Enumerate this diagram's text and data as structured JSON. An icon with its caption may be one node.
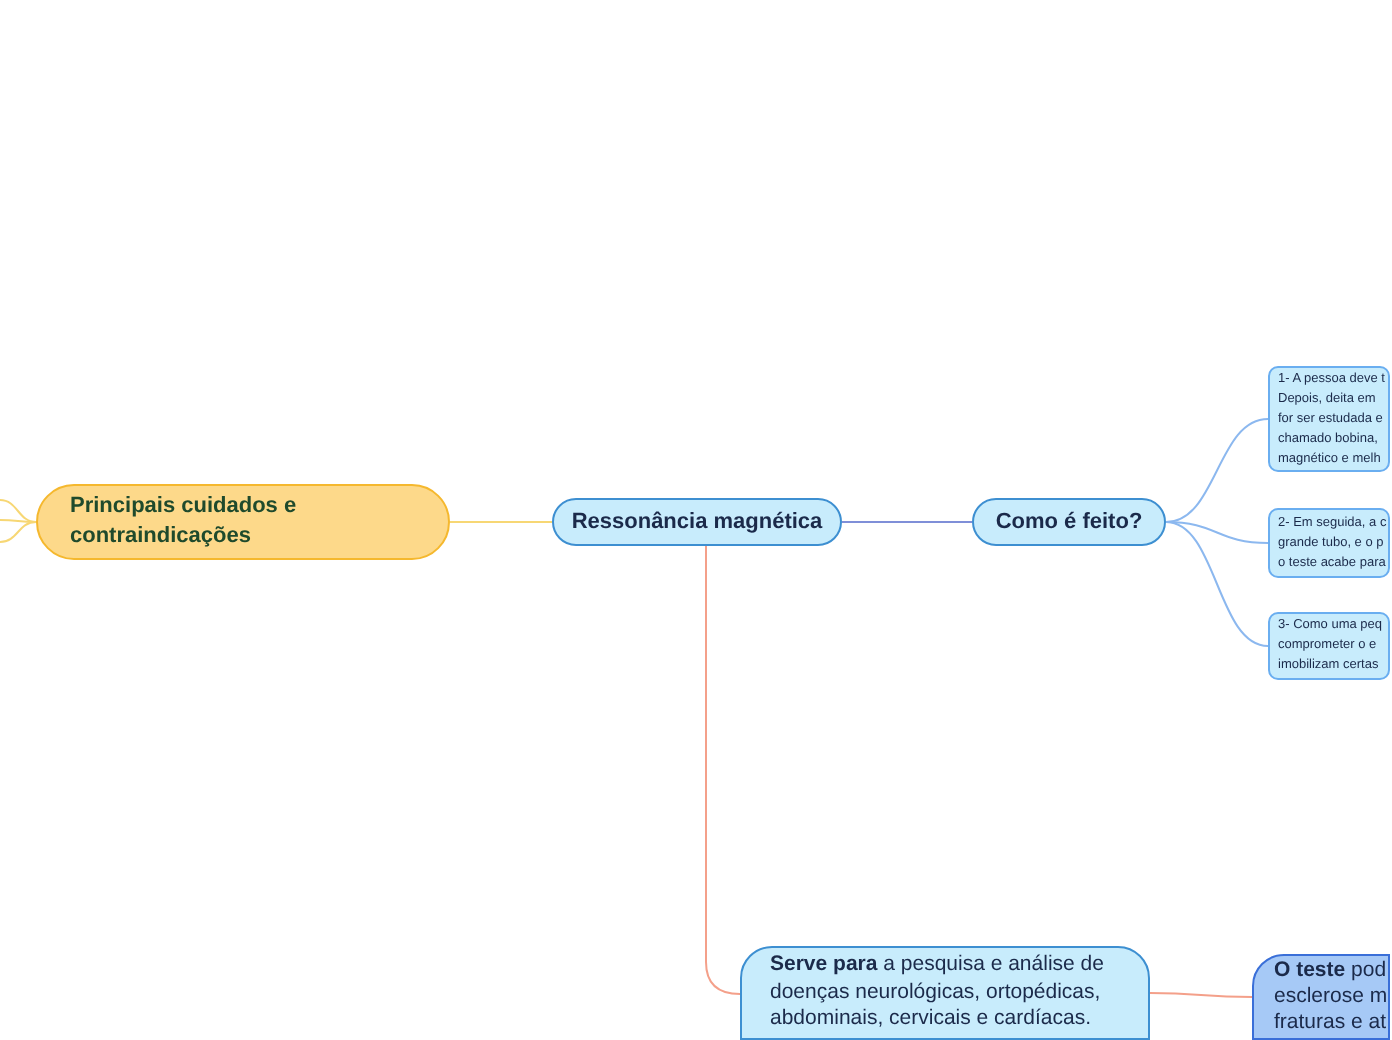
{
  "diagram": {
    "nodes": [
      {
        "text": [
          "Principais cuidados e contraindicações"
        ]
      },
      {
        "text": [
          "Ressonância magnética"
        ]
      },
      {
        "text": [
          "Como é feito?"
        ]
      },
      {
        "text": [
          "1- A pessoa deve t Depois, deita em for ser estudada e chamado bobina, magnético e melh"
        ]
      },
      {
        "text": [
          "2- Em seguida, a c grande tubo, e o p o teste acabe para"
        ]
      },
      {
        "text": [
          "3- Como uma peq comprometer o e imobilizam certas"
        ]
      },
      {
        "text": [
          "**Serve para** a pesquisa e análise de doenças neurológicas, ortopédicas, abdominais, cervicais e cardíacas."
        ]
      },
      {
        "text": [
          "**O teste** pod esclerose m fraturas e at"
        ]
      }
    ],
    "edges": [
      {
        "from": 1,
        "to": 0,
        "arrow": "none",
        "color": "#f7d774"
      },
      {
        "from": 1,
        "to": 2,
        "arrow": "none",
        "color": "#7f8fd8"
      },
      {
        "from": 2,
        "to": 3,
        "arrow": "none",
        "color": "#8cb8ef"
      },
      {
        "from": 2,
        "to": 4,
        "arrow": "none",
        "color": "#8cb8ef"
      },
      {
        "from": 2,
        "to": 5,
        "arrow": "none",
        "color": "#8cb8ef"
      },
      {
        "from": 1,
        "to": 6,
        "arrow": "none",
        "color": "#f4a08a"
      },
      {
        "from": 6,
        "to": 7,
        "arrow": "none",
        "color": "#f4a08a"
      },
      {
        "from": 0,
        "to": null,
        "arrow": "none",
        "color": "#f7d774"
      },
      {
        "from": 0,
        "to": null,
        "arrow": "none",
        "color": "#f7d774"
      },
      {
        "from": 0,
        "to": null,
        "arrow": "none",
        "color": "#f7d774"
      }
    ]
  }
}
